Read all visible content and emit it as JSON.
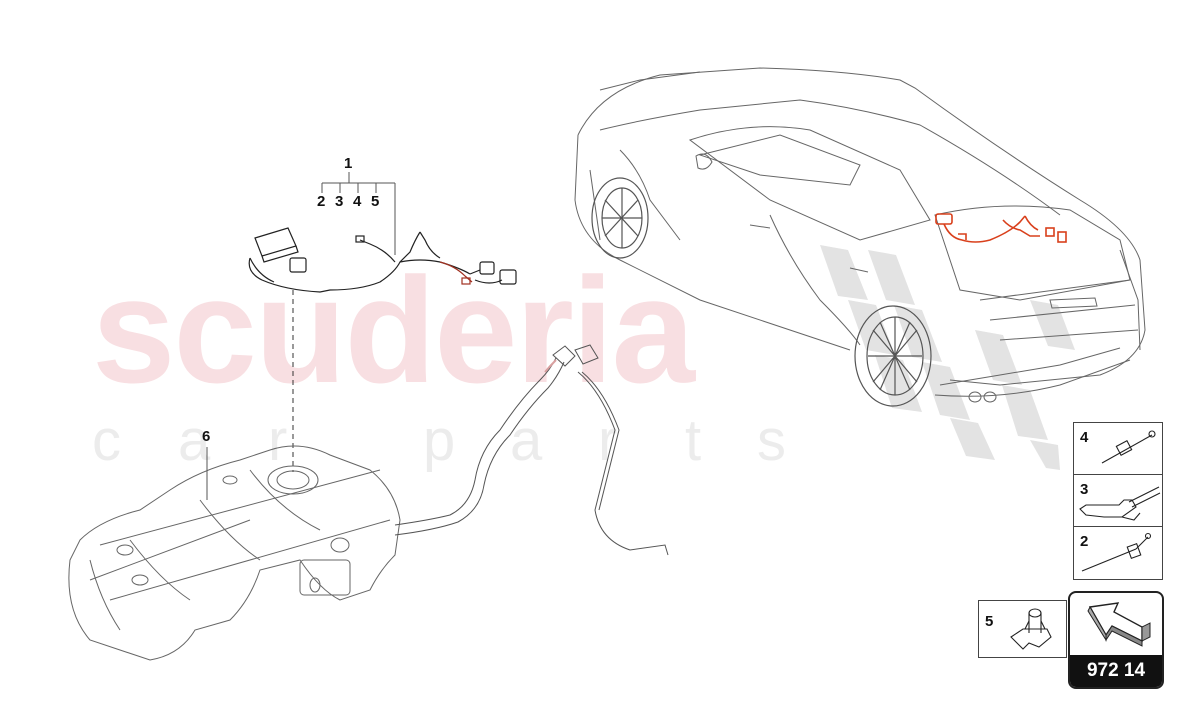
{
  "watermark": {
    "brand": "scuderia",
    "subtitle_letters": [
      "c",
      "a",
      "r",
      "p",
      "a",
      "r",
      "t",
      "s"
    ],
    "brand_color": "#f8dfe2",
    "subtitle_color": "#ececec"
  },
  "diagram": {
    "group_number": "972 14",
    "highlight_color": "#d9401c",
    "callouts": {
      "harness_assembly": "1",
      "sub_parts": [
        "2",
        "3",
        "4",
        "5"
      ],
      "fuel_tank": "6"
    },
    "legend": [
      {
        "number": "4",
        "part": "cable-tie-with-clip"
      },
      {
        "number": "3",
        "part": "edge-clip-with-tie"
      },
      {
        "number": "2",
        "part": "cable-tie-with-holder"
      },
      {
        "number": "5",
        "part": "spring-nut-clip"
      }
    ]
  }
}
